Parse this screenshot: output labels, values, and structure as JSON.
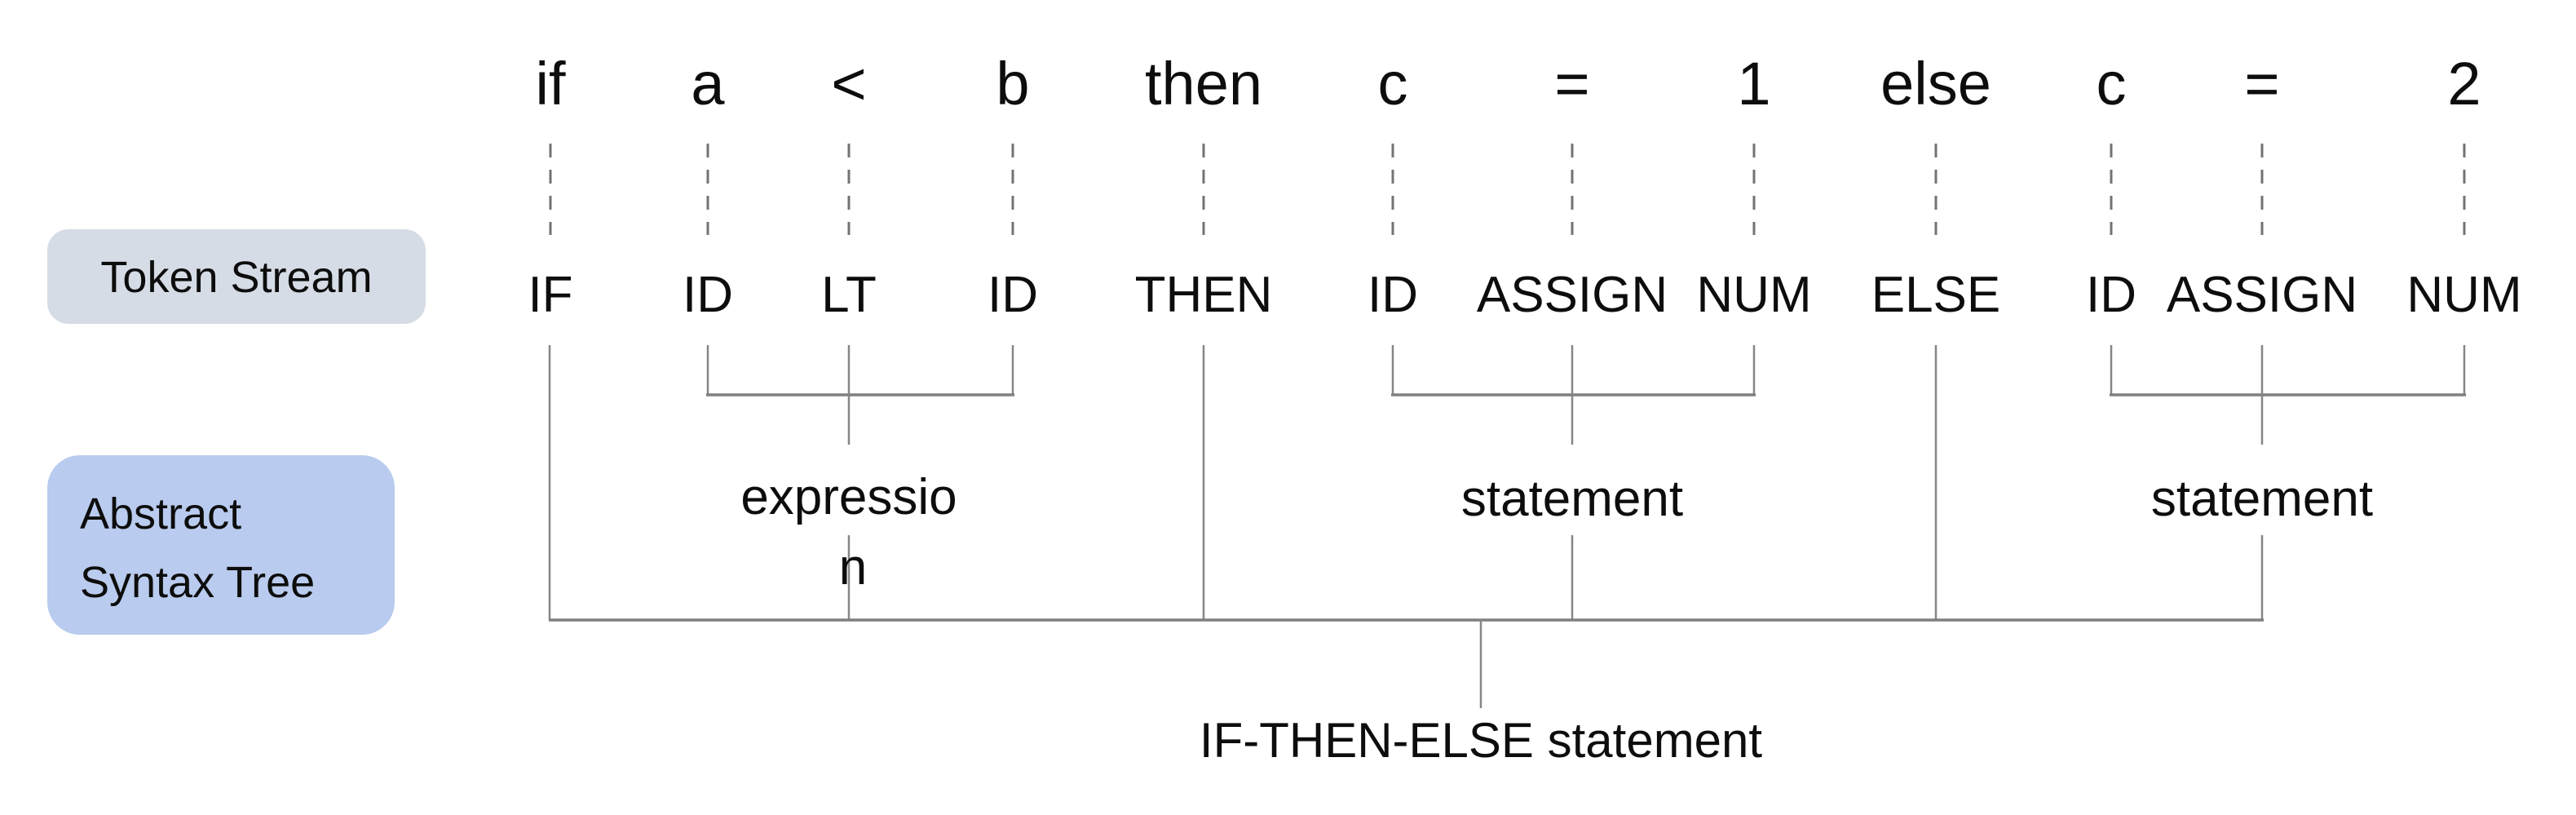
{
  "labels": {
    "token_stream": "Token Stream",
    "ast_line1": "Abstract",
    "ast_line2": "Syntax Tree",
    "root_node": "IF-THEN-ELSE statement"
  },
  "source_tokens": [
    "if",
    "a",
    "<",
    "b",
    "then",
    "c",
    "=",
    "1",
    "else",
    "c",
    "=",
    "2"
  ],
  "stream_tokens": [
    "IF",
    "ID",
    "LT",
    "ID",
    "THEN",
    "ID",
    "ASSIGN",
    "NUM",
    "ELSE",
    "ID",
    "ASSIGN",
    "NUM"
  ],
  "tree_nodes": {
    "expression_line1": "expressio",
    "expression_line2": "n",
    "statement_then": "statement",
    "statement_else": "statement"
  },
  "colors": {
    "token_stream_box_fill": "#d6dce5",
    "ast_box_fill": "#b9cbee",
    "edge_gray": "#868686",
    "text_color": "#0d0d0d",
    "background": "#ffffff"
  }
}
